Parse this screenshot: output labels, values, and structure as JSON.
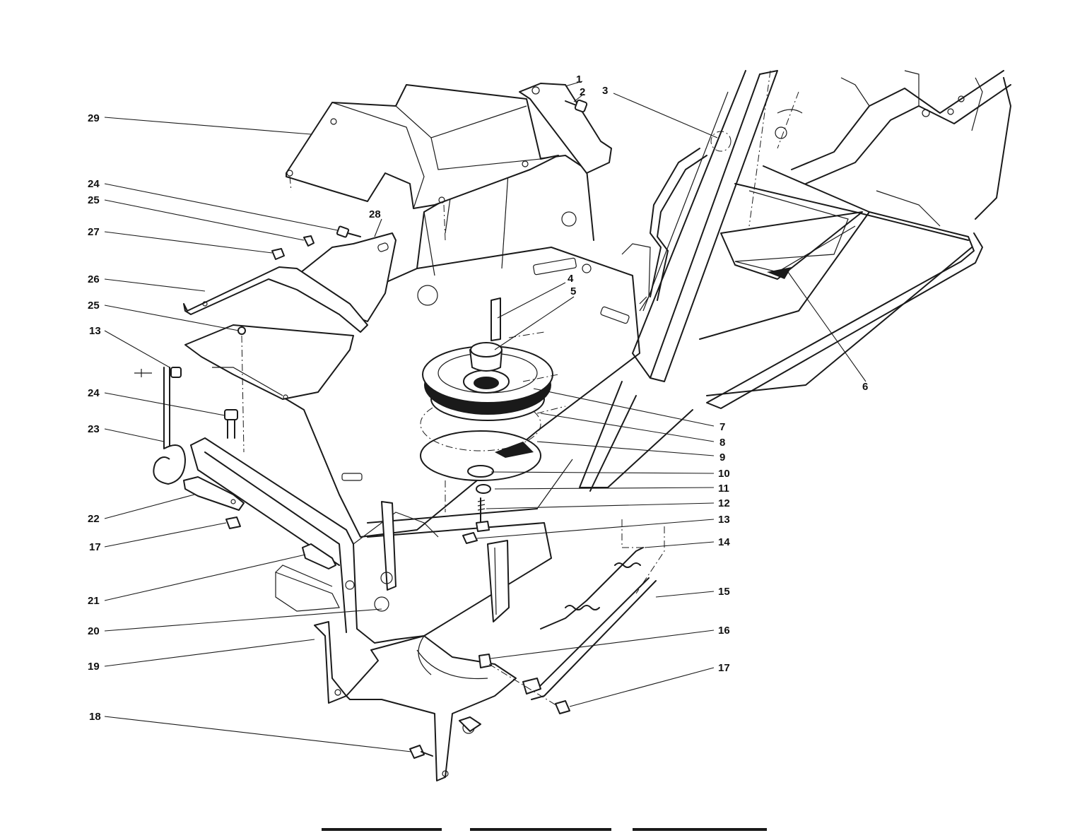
{
  "diagram": {
    "colors": {
      "ink": "#1a1a1a",
      "background": "#ffffff"
    },
    "callouts": {
      "c1": "1",
      "c2": "2",
      "c3": "3",
      "c4": "4",
      "c5": "5",
      "c6": "6",
      "c7": "7",
      "c8": "8",
      "c9": "9",
      "c10": "10",
      "c11": "11",
      "c12": "12",
      "c13_right": "13",
      "c14": "14",
      "c15": "15",
      "c16": "16",
      "c17_right": "17",
      "c29": "29",
      "c24_top": "24",
      "c25_top": "25",
      "c28": "28",
      "c27": "27",
      "c26": "26",
      "c25_mid": "25",
      "c13_left": "13",
      "c24_mid": "24",
      "c23": "23",
      "c22": "22",
      "c17_left": "17",
      "c21": "21",
      "c20": "20",
      "c19": "19",
      "c18": "18"
    }
  }
}
